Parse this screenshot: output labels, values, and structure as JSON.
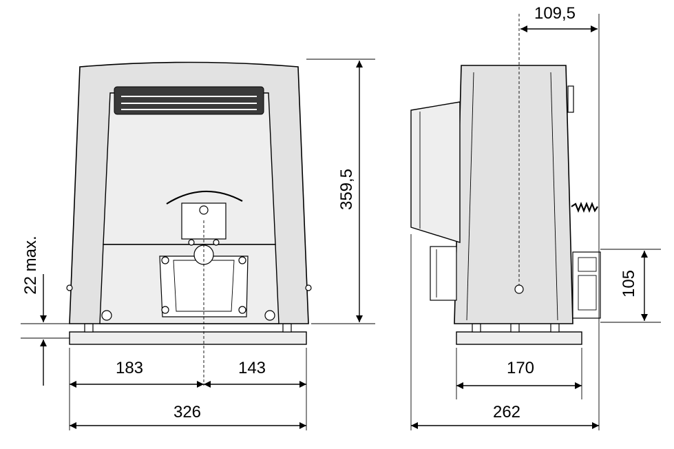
{
  "dimensions": {
    "front_left_width": "183",
    "front_right_width": "143",
    "front_total_width": "326",
    "front_height": "359,5",
    "front_base_clearance": "22 max.",
    "side_base_width": "170",
    "side_total_width": "262",
    "side_top_offset": "109,5",
    "side_rack_height": "105"
  }
}
